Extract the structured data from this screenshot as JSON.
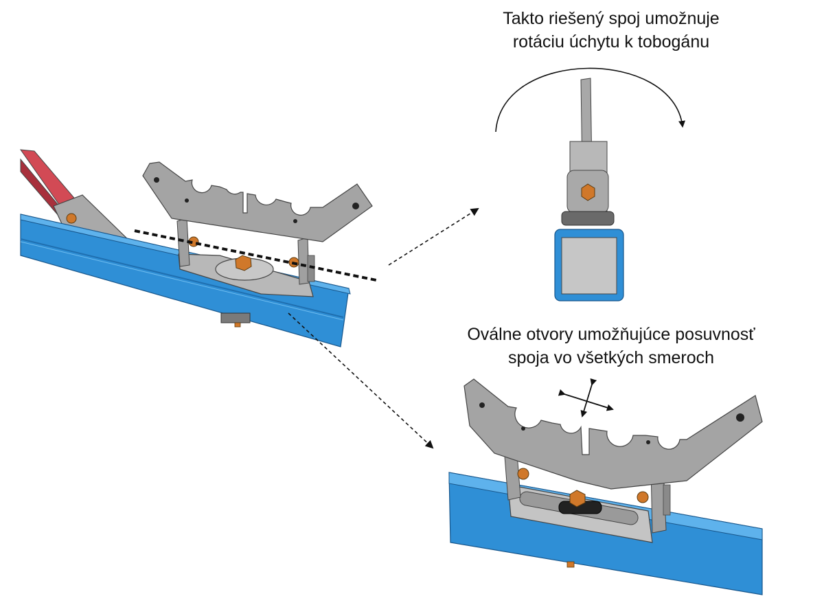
{
  "captions": {
    "rotation": {
      "line1": "Takto riešený spoj umožnuje",
      "line2": "rotáciu úchytu k tobogánu"
    },
    "slots": {
      "line1": "Oválne otvory umožňujúce posuvnosť",
      "line2": "spoja vo všetkých smeroch"
    }
  },
  "colors": {
    "beam_blue": "#2f8fd6",
    "beam_blue_dark": "#1f6fb0",
    "beam_blue_light": "#5eb2ec",
    "plate_gray": "#9a9a9a",
    "plate_gray_light": "#c4c4c4",
    "bolt_orange": "#d0782a",
    "rail_red": "#d24a55"
  },
  "icons": [
    "rotation-arrow-icon",
    "move-arrows-icon",
    "dashed-pointer-arrow-icon"
  ]
}
